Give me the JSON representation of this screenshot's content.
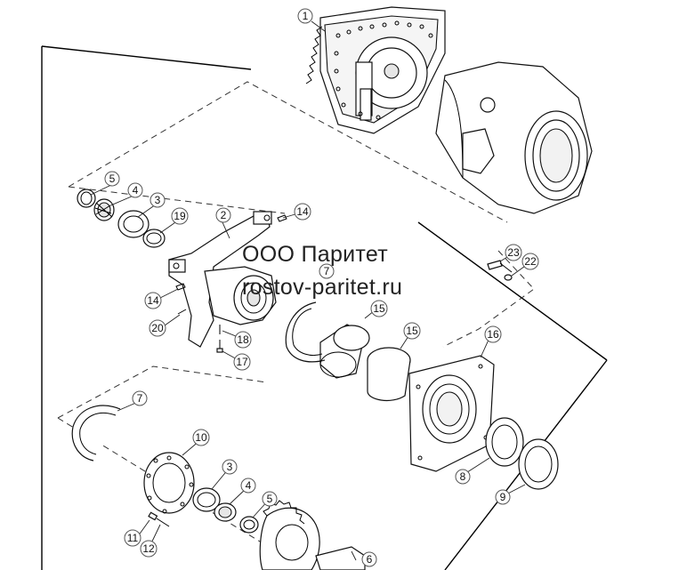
{
  "watermark": {
    "company": "ООО Паритет",
    "site": "rostov-paritet.ru"
  },
  "callouts": [
    {
      "id": "c1",
      "label": "1"
    },
    {
      "id": "c2",
      "label": "2"
    },
    {
      "id": "c3a",
      "label": "3"
    },
    {
      "id": "c3b",
      "label": "3"
    },
    {
      "id": "c4a",
      "label": "4"
    },
    {
      "id": "c4b",
      "label": "4"
    },
    {
      "id": "c5a",
      "label": "5"
    },
    {
      "id": "c5b",
      "label": "5"
    },
    {
      "id": "c6",
      "label": "6"
    },
    {
      "id": "c7a",
      "label": "7"
    },
    {
      "id": "c7b",
      "label": "7"
    },
    {
      "id": "c8",
      "label": "8"
    },
    {
      "id": "c9",
      "label": "9"
    },
    {
      "id": "c10",
      "label": "10"
    },
    {
      "id": "c11",
      "label": "11"
    },
    {
      "id": "c12",
      "label": "12"
    },
    {
      "id": "c14a",
      "label": "14"
    },
    {
      "id": "c14b",
      "label": "14"
    },
    {
      "id": "c15a",
      "label": "15"
    },
    {
      "id": "c15b",
      "label": "15"
    },
    {
      "id": "c16",
      "label": "16"
    },
    {
      "id": "c17",
      "label": "17"
    },
    {
      "id": "c18",
      "label": "18"
    },
    {
      "id": "c19",
      "label": "19"
    },
    {
      "id": "c20",
      "label": "20"
    },
    {
      "id": "c22",
      "label": "22"
    },
    {
      "id": "c23",
      "label": "23"
    }
  ]
}
